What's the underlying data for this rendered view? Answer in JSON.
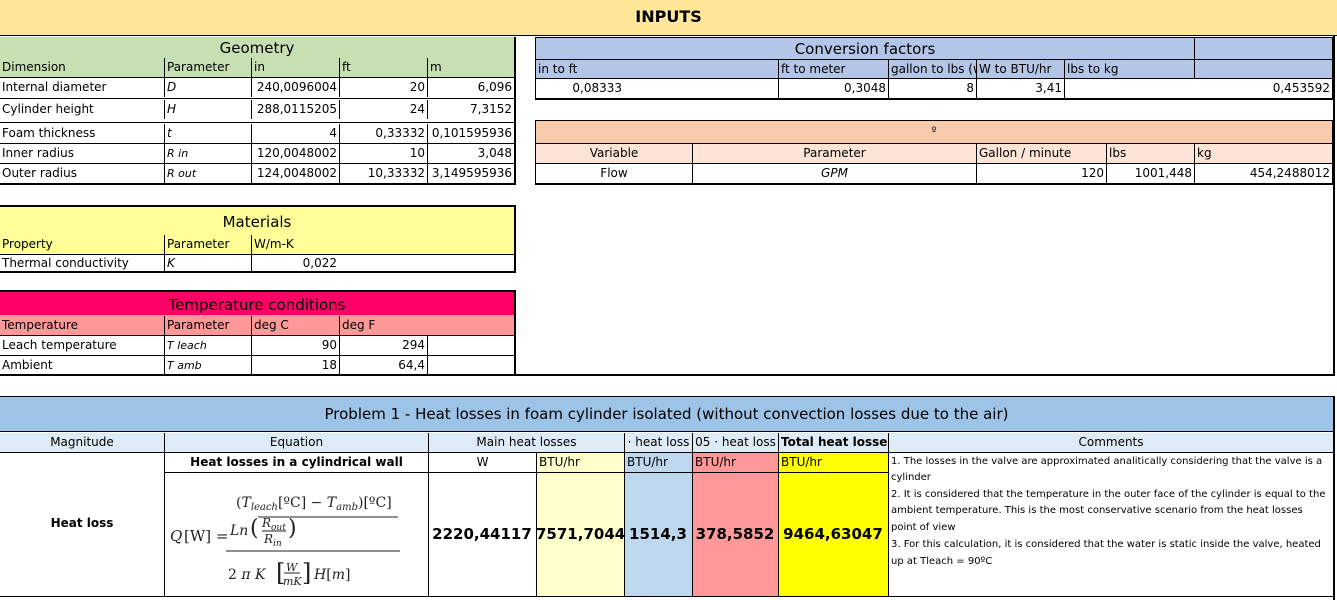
{
  "inputs_title": "INPUTS",
  "geometry": {
    "title": "Geometry",
    "headers": [
      "Dimension",
      "Parameter",
      "in",
      "ft",
      "m"
    ],
    "rows": [
      [
        "Internal diameter",
        "D",
        "240,0096004",
        "20",
        "6,096"
      ],
      [
        "Cylinder height",
        "H",
        "288,0115205",
        "24",
        "7,3152"
      ],
      [
        "Foam thickness",
        "t",
        "4",
        "0,33332",
        "0,101595936"
      ],
      [
        "Inner radius",
        "R in",
        "120,0048002",
        "10",
        "3,048"
      ],
      [
        "Outer radius",
        "R out",
        "124,0048002",
        "10,33332",
        "3,149595936"
      ]
    ]
  },
  "conversion": {
    "title": "Conversion factors",
    "headers": [
      "in to ft",
      "",
      "",
      "ft to meter",
      "gallon to lbs (water)",
      "W to BTU/hr",
      "lbs to kg"
    ],
    "values": [
      "0,08333",
      "",
      "",
      "0,3048",
      "8",
      "3,41",
      "0,453592"
    ]
  },
  "flow": {
    "title": "º",
    "headers": [
      "Variable",
      "Parameter",
      "Gallon / minute",
      "lbs",
      "kg"
    ],
    "row": [
      "Flow",
      "GPM",
      "120",
      "1001,448",
      "454,2488012"
    ]
  },
  "materials": {
    "title": "Materials",
    "headers": [
      "Property",
      "Parameter",
      "W/m-K",
      "",
      ""
    ],
    "row": [
      "Thermal conductivity",
      "K",
      "0,022",
      "",
      ""
    ]
  },
  "temperature": {
    "title": "Temperature conditions",
    "headers": [
      "Temperature",
      "Parameter",
      "deg C",
      "deg F",
      ""
    ],
    "rows": [
      [
        "Leach temperature",
        "T leach",
        "90",
        "294"
      ],
      [
        "Ambient",
        "T amb",
        "18",
        "64,4"
      ]
    ]
  },
  "problem1": {
    "title": "Problem 1 - Heat losses in foam cylinder isolated (without convection losses due to the air)",
    "headers": [
      "Magnitude",
      "Equation",
      "Main heat losses",
      "· heat loss",
      "05 · heat loss",
      "Total heat losses",
      "Comments"
    ],
    "sub_equation": "Heat losses in a cylindrical wall",
    "units": [
      "W",
      "BTU/hr",
      "BTU/hr",
      "BTU/hr",
      "BTU/hr"
    ],
    "magnitude": "Heat loss",
    "values": [
      "2220,44117",
      "7571,7044",
      "1514,3",
      "378,5852",
      "9464,63047"
    ],
    "comments": [
      "1. The losses in the valve are approximated analitically considering that the valve is a",
      "cylinder",
      "2. It is considered that the temperature in the outer face of the cylinder is equal to the",
      "ambient temperature. This is the most conservative scenario from the heat losses",
      "point of view",
      "3. For this calculation, it is considered that the water is static inside the valve, heated",
      "up at Tleach = 90ºC"
    ]
  },
  "colors": {
    "header_yellow": "#ffe699",
    "geometry_green": "#c6e0b4",
    "conversion_blue": "#b4c6e7",
    "flow_peach": "#f8cbad",
    "flow_light": "#fce4d6",
    "materials_yellow": "#ffff99",
    "temp_magenta": "#ff0066",
    "temp_pink": "#ff9999",
    "problem_blue": "#9dc3e6",
    "problem_light": "#ddebf7",
    "cell_cream": "#ffffcc",
    "cell_blue": "#bdd7ee",
    "cell_red": "#ff9999",
    "cell_yellow": "#ffff00"
  }
}
